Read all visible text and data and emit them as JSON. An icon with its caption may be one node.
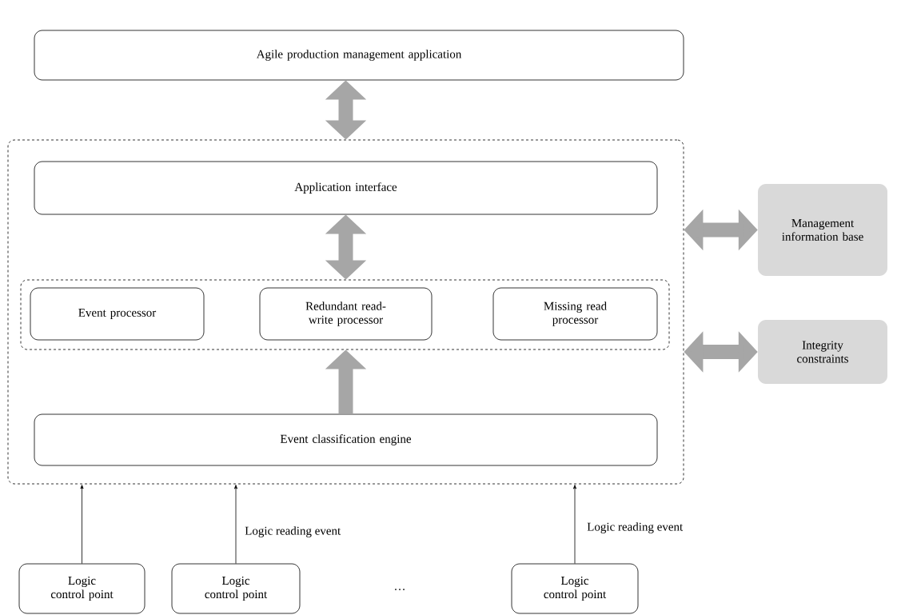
{
  "diagram": {
    "nodes": [
      {
        "text": [
          "Agile production management application"
        ]
      },
      {
        "text": [],
        "shape": "box"
      },
      {
        "text": [
          "Application interface"
        ],
        "in": 1
      },
      {
        "text": [],
        "shape": "box",
        "in": 1
      },
      {
        "text": [
          "Event processor"
        ],
        "in": 3
      },
      {
        "text": [
          "Redundant read-write processor"
        ],
        "in": 3
      },
      {
        "text": [
          "Missing read processor"
        ],
        "in": 3
      },
      {
        "text": [
          "Event classification engine"
        ],
        "in": 1
      },
      {
        "text": [
          "Management information base"
        ]
      },
      {
        "text": [
          "Integrity constraints"
        ]
      },
      {
        "text": [
          "Logic control point"
        ]
      },
      {
        "text": [
          "Logic control point"
        ]
      },
      {
        "text": [
          "Logic control point"
        ]
      }
    ],
    "edges": [
      {
        "from": 0,
        "to": 1,
        "arrow": "both"
      },
      {
        "from": 2,
        "to": 3,
        "arrow": "both"
      },
      {
        "from": 7,
        "to": 3,
        "arrow": "to"
      },
      {
        "from": 1,
        "to": 8,
        "arrow": "both"
      },
      {
        "from": 1,
        "to": 9,
        "arrow": "both"
      },
      {
        "from": 10,
        "to": 1,
        "arrow": "to",
        "color": "#000000"
      },
      {
        "from": 11,
        "to": 1,
        "arrow": "to",
        "label": "Logic reading event",
        "color": "#000000"
      },
      {
        "from": 12,
        "to": 1,
        "arrow": "to",
        "label": "Logic reading event",
        "color": "#000000"
      }
    ],
    "labels": [
      "…"
    ]
  }
}
